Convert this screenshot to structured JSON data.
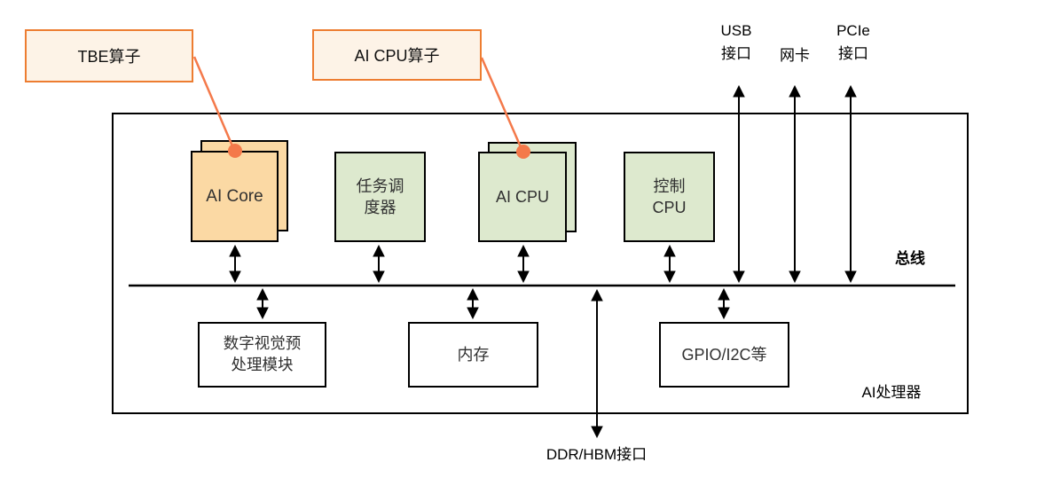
{
  "diagram": {
    "callouts": {
      "tbe": "TBE算子",
      "ai_cpu": "AI CPU算子"
    },
    "interfaces": {
      "usb": "USB\n接口",
      "nic": "网卡",
      "pcie": "PCIe\n接口",
      "ddr": "DDR/HBM接口"
    },
    "processor": {
      "name": "AI处理器",
      "bus": "总线",
      "modules": {
        "ai_core": "AI Core",
        "task_scheduler": "任务调\n度器",
        "ai_cpu": "AI CPU",
        "control_cpu": "控制\nCPU",
        "dvpp": "数字视觉预\n处理模块",
        "memory": "内存",
        "gpio": "GPIO/I2C等"
      }
    },
    "colors": {
      "callout_border": "#ED7D31",
      "callout_fill": "#FDF3E7",
      "leader_line": "#F4794A",
      "ai_core_fill": "#FBD9A4",
      "cpu_green_fill": "#DDE9CE",
      "line_black": "#000000"
    }
  }
}
